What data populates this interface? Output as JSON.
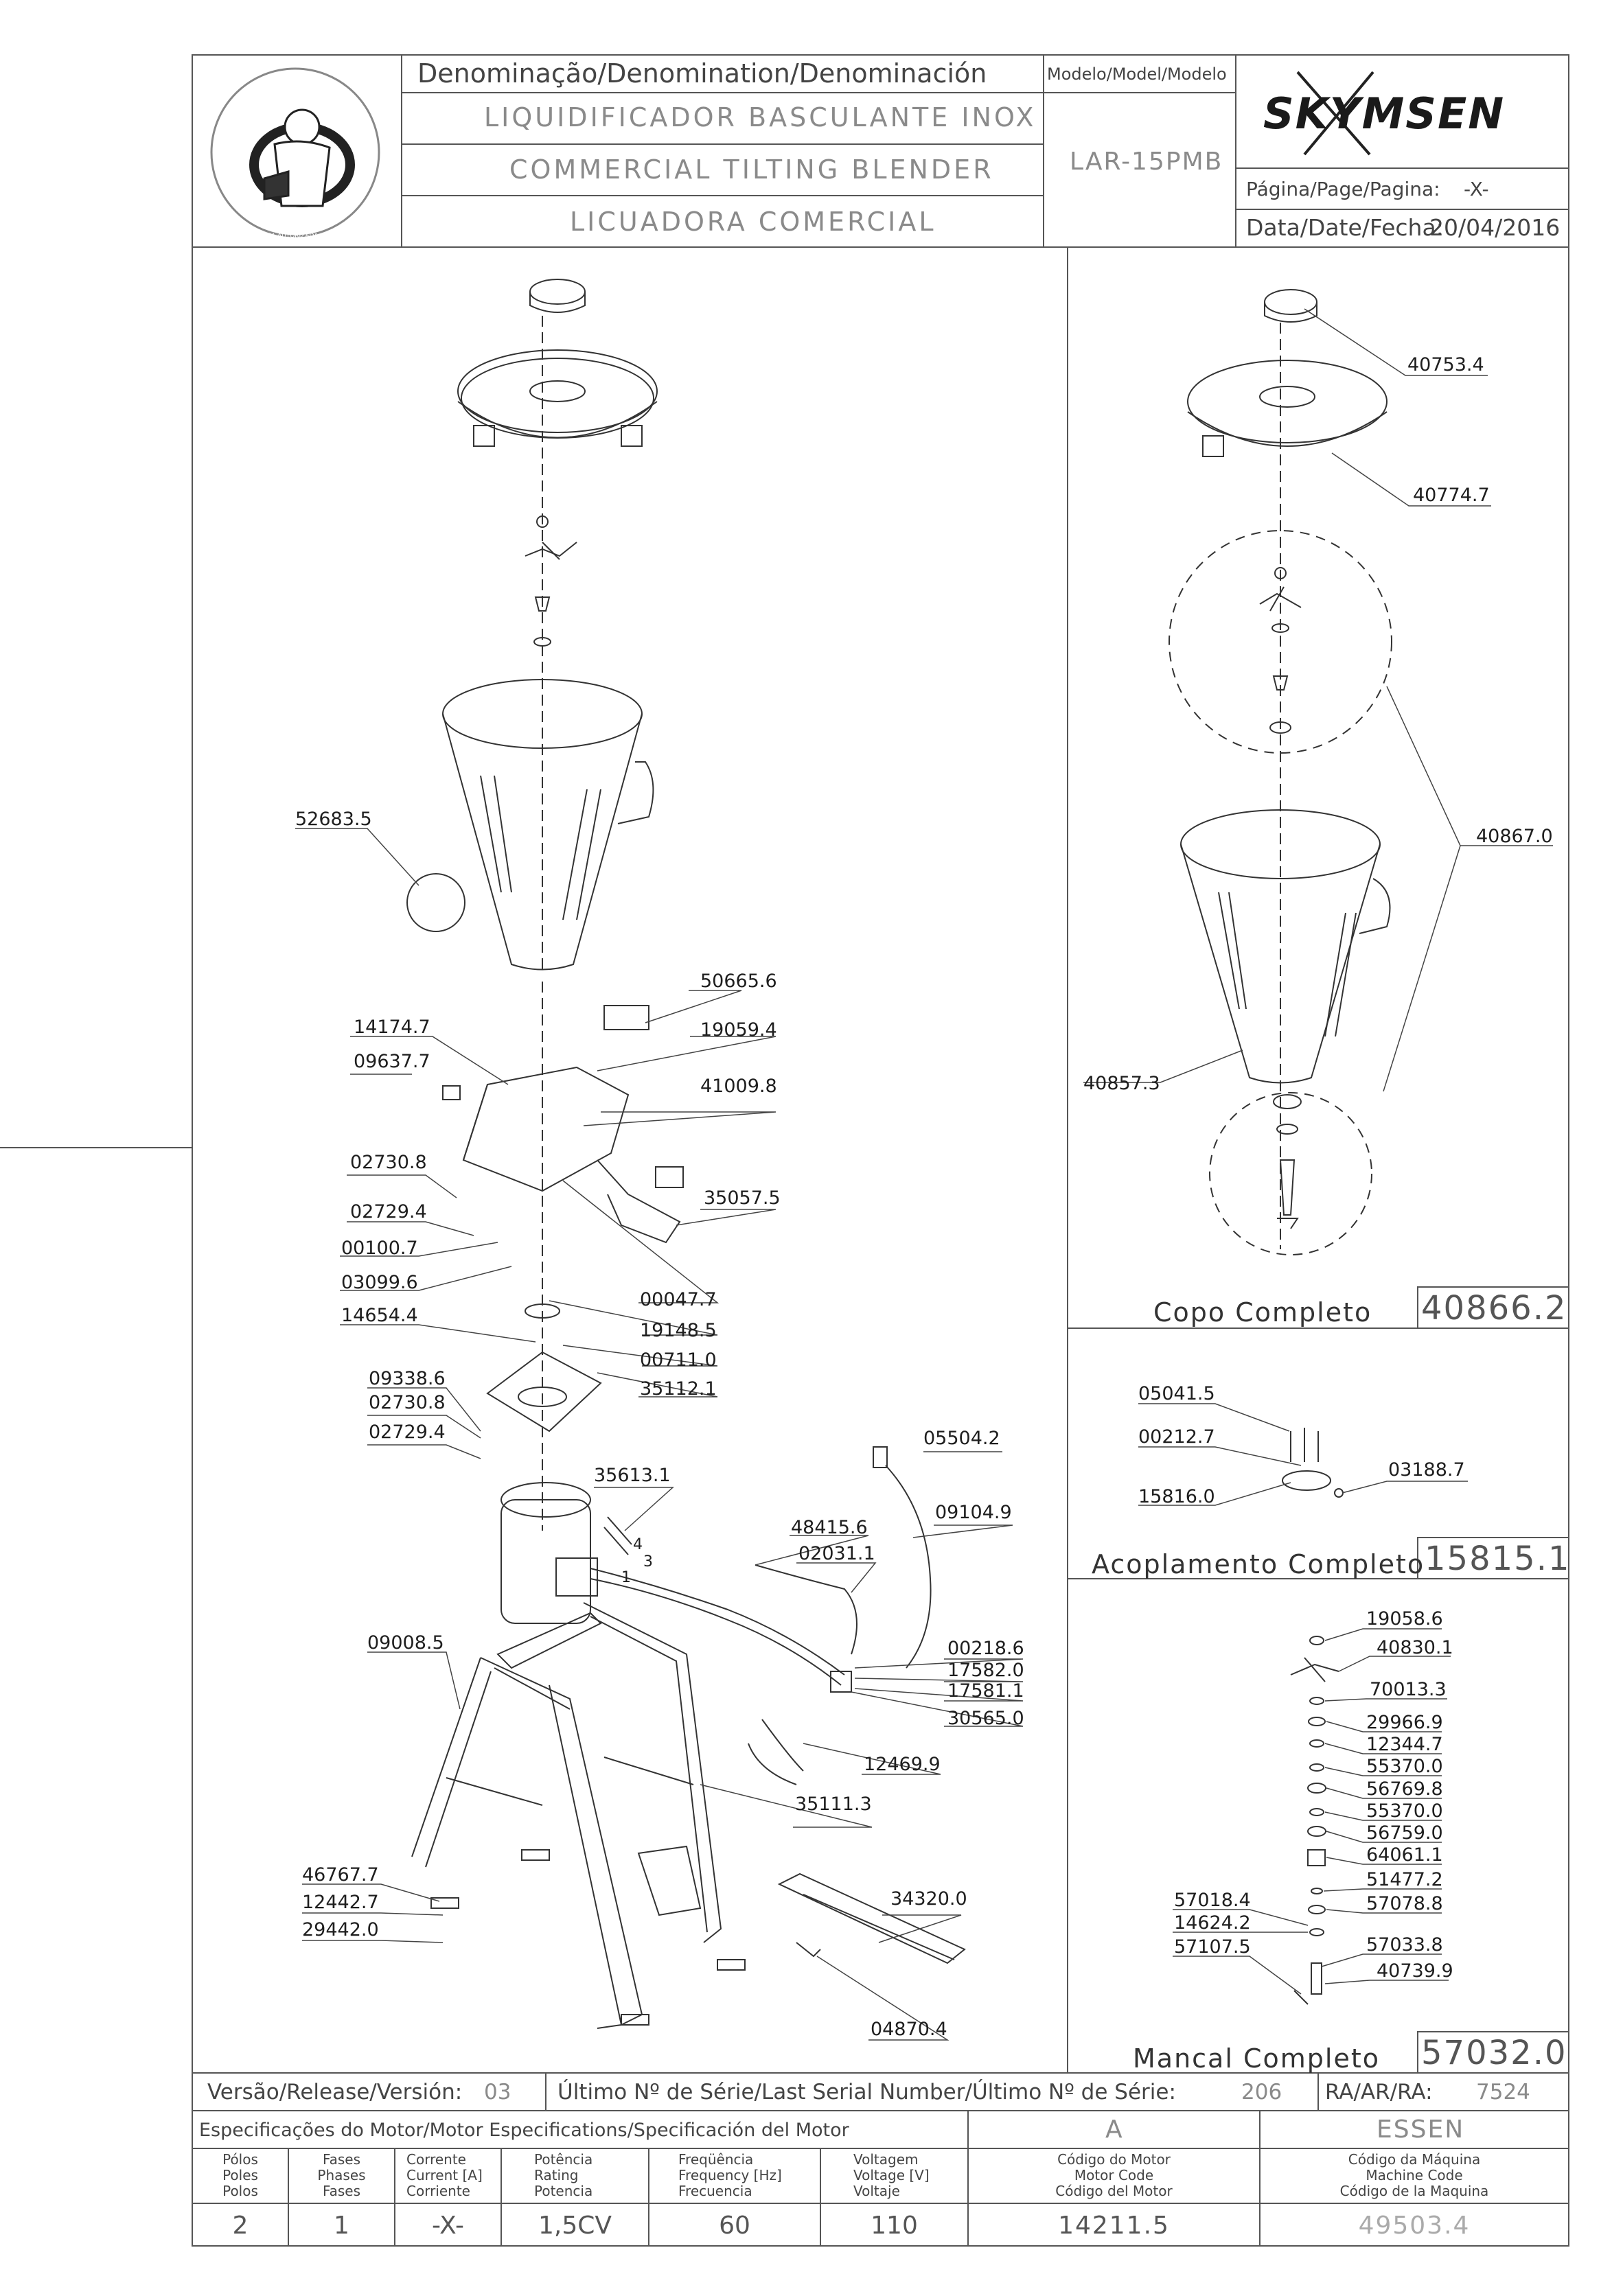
{
  "header": {
    "denomination_label": "Denominação/Denomination/Denominación",
    "model_label": "Modelo/Model/Modelo",
    "name_pt": "LIQUIDIFICADOR BASCULANTE INOX",
    "name_en": "COMMERCIAL TILTING BLENDER",
    "name_es": "LICUADORA COMERCIAL",
    "model_value": "LAR-15PMB",
    "brand": "SKYMSEN",
    "page_label": "Página/Page/Pagina:",
    "page_value": "-X-",
    "date_label": "Data/Date/Fecha:",
    "date_value": "20/04/2016",
    "seal_text": "ASSISTÊNCIA TÉCNICA AUTORIZADA"
  },
  "main_refs": [
    "52683.5",
    "50665.6",
    "14174.7",
    "19059.4",
    "09637.7",
    "41009.8",
    "02730.8",
    "02729.4",
    "35057.5",
    "00100.7",
    "03099.6",
    "00047.7",
    "14654.4",
    "19148.5",
    "00711.0",
    "09338.6",
    "35112.1",
    "02730.8",
    "02729.4",
    "05504.2",
    "35613.1",
    "09104.9",
    "48415.6",
    "02031.1",
    "00218.6",
    "17582.0",
    "17581.1",
    "09008.5",
    "30565.0",
    "12469.9",
    "35111.3",
    "34320.0",
    "46767.7",
    "12442.7",
    "29442.0",
    "04870.4"
  ],
  "wire_numbers": [
    "4",
    "3",
    "1"
  ],
  "copo": {
    "refs": [
      "40753.4",
      "40774.7",
      "40867.0",
      "40857.3"
    ],
    "title": "Copo Completo",
    "code": "40866.2"
  },
  "acoplamento": {
    "refs": [
      "05041.5",
      "00212.7",
      "03188.7",
      "15816.0"
    ],
    "title": "Acoplamento Completo",
    "code": "15815.1"
  },
  "mancal": {
    "refs": [
      "19058.6",
      "40830.1",
      "70013.3",
      "29966.9",
      "12344.7",
      "55370.0",
      "56769.8",
      "55370.0",
      "56759.0",
      "64061.1",
      "51477.2",
      "57078.8",
      "57018.4",
      "14624.2",
      "57107.5",
      "57033.8",
      "40739.9"
    ],
    "title": "Mancal Completo",
    "code": "57032.0"
  },
  "release": {
    "version_label": "Versão/Release/Versión:",
    "version_value": "03",
    "serial_label": "Último Nº de Série/Last Serial Number/Último Nº de Série:",
    "serial_value": "206",
    "ra_label": "RA/AR/RA:",
    "ra_value": "7524"
  },
  "motor": {
    "spec_label": "Especificações do Motor/Motor Especifications/Specificación del Motor",
    "letter": "A",
    "maker": "ESSEN",
    "columns": [
      {
        "l1": "Pólos",
        "l2": "Poles",
        "l3": "Polos",
        "value": "2"
      },
      {
        "l1": "Fases",
        "l2": "Phases",
        "l3": "Fases",
        "value": "1"
      },
      {
        "l1": "Corrente",
        "l2": "Current [A]",
        "l3": "Corriente",
        "value": "-X-"
      },
      {
        "l1": "Potência",
        "l2": "Rating",
        "l3": "Potencia",
        "value": "1,5CV"
      },
      {
        "l1": "Freqüência",
        "l2": "Frequency [Hz]",
        "l3": "Frecuencia",
        "value": "60"
      },
      {
        "l1": "Voltagem",
        "l2": "Voltage [V]",
        "l3": "Voltaje",
        "value": "110"
      },
      {
        "l1": "Código do Motor",
        "l2": "Motor Code",
        "l3": "Código del Motor",
        "value": "14211.5"
      },
      {
        "l1": "Código da Máquina",
        "l2": "Machine Code",
        "l3": "Código de la Maquina",
        "value": "49503.4"
      }
    ]
  }
}
